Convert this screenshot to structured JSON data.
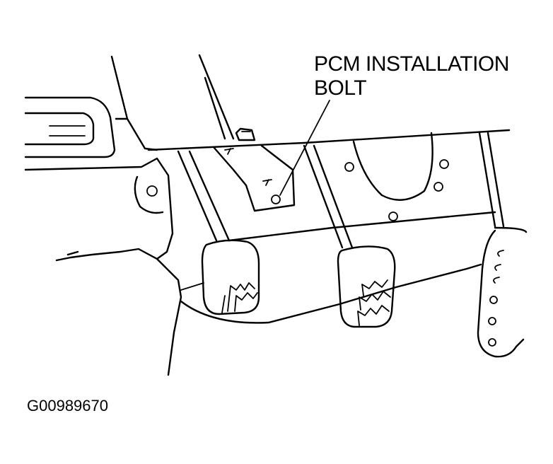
{
  "labels": {
    "callout_line1": "PCM INSTALLATION",
    "callout_line2": "BOLT",
    "figure_code": "G00989670"
  }
}
